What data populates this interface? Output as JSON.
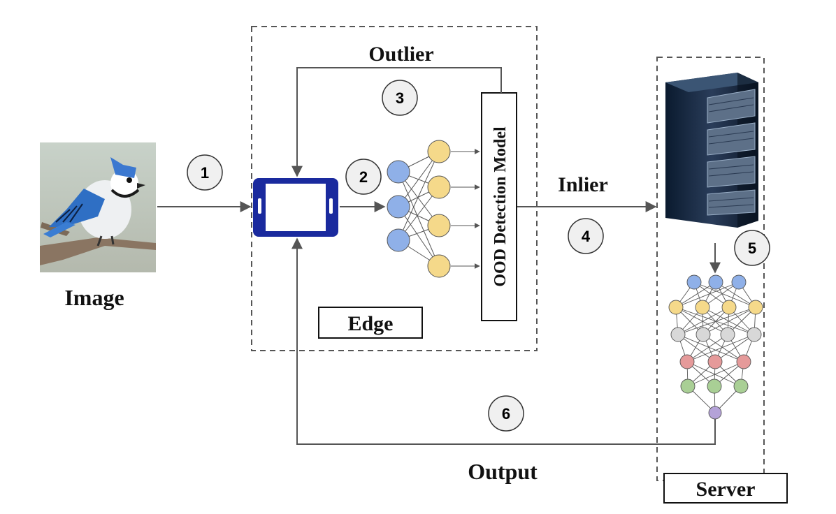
{
  "diagram": {
    "labels": {
      "image": "Image",
      "outlier": "Outlier",
      "inlier": "Inlier",
      "output": "Output",
      "edge": "Edge",
      "server": "Server",
      "ood_model": "OOD Detection Model"
    },
    "steps": [
      "1",
      "2",
      "3",
      "4",
      "5",
      "6"
    ],
    "colors": {
      "device_blue": "#1a2a9e",
      "input_node": "#8fb0e8",
      "hidden_node": "#f5d98a",
      "gray_node": "#d8d8d8",
      "red_node": "#e59a9a",
      "green_node": "#a9cf95",
      "output_node": "#b4a2d8",
      "arrow": "#555555"
    },
    "icons": [
      "bird-photo",
      "tablet-icon",
      "server-rack-icon",
      "neural-network-icon"
    ]
  }
}
